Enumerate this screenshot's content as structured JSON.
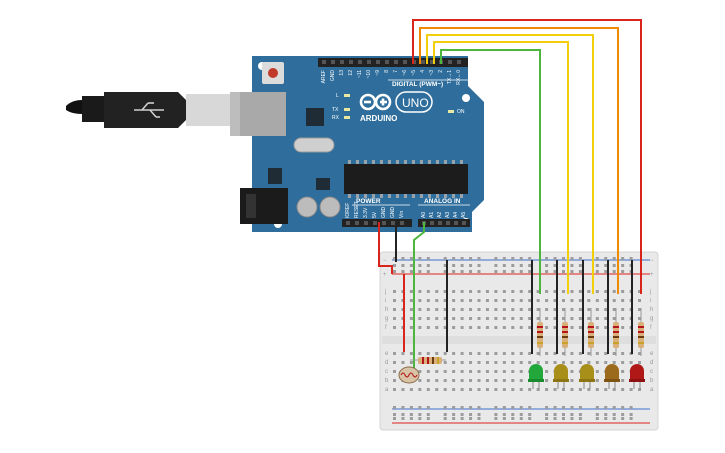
{
  "arduino": {
    "brand": "ARDUINO",
    "model": "UNO",
    "digital_label": "DIGITAL (PWM~)",
    "power_label": "POWER",
    "analog_label": "ANALOG IN",
    "on_label": "ON",
    "tx_label": "TX",
    "rx_label": "RX",
    "l_label": "L",
    "top_pins": [
      "AREF",
      "GND",
      "13",
      "12",
      "~11",
      "~10",
      "~9",
      "8",
      "7",
      "~6",
      "~5",
      "4",
      "~3",
      "2",
      "TX→1",
      "RX←0"
    ],
    "power_pins": [
      "IOREF",
      "RESET",
      "3.3V",
      "5V",
      "GND",
      "GND",
      "Vin"
    ],
    "analog_pins": [
      "A0",
      "A1",
      "A2",
      "A3",
      "A4",
      "A5"
    ]
  },
  "breadboard": {
    "rows_top": [
      "j",
      "i",
      "h",
      "g",
      "f"
    ],
    "rows_bottom": [
      "e",
      "d",
      "c",
      "b",
      "a"
    ],
    "column_count": 30
  },
  "colors": {
    "board": "#2f6e9c",
    "board_dark": "#1f4f74",
    "header": "#222222",
    "wire_red": "#d9241b",
    "wire_orange": "#f08a00",
    "wire_yellow": "#f2cf0a",
    "wire_green": "#4cb63d",
    "wire_black": "#222222",
    "led_green": "#22a83a",
    "led_yellow": "#a88f1a",
    "led_orange": "#9c6a1c",
    "led_red": "#b01818"
  },
  "components": {
    "leds": [
      {
        "color": "green"
      },
      {
        "color": "yellow"
      },
      {
        "color": "yellow"
      },
      {
        "color": "orange"
      },
      {
        "color": "red"
      }
    ],
    "resistor_count": 6,
    "photoresistor": true
  }
}
